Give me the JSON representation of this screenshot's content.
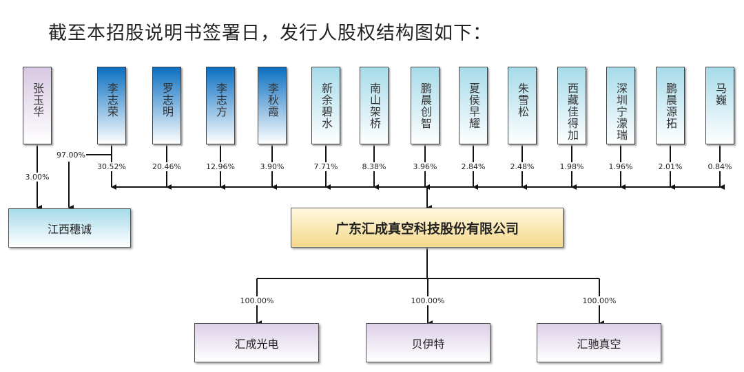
{
  "title": "截至本招股说明书签署日，发行人股权结构图如下：",
  "shareholders": [
    {
      "name": "李志荣",
      "pct": "30.52%"
    },
    {
      "name": "罗志明",
      "pct": "20.46%"
    },
    {
      "name": "李志方",
      "pct": "12.96%"
    },
    {
      "name": "李秋霞",
      "pct": "3.90%"
    },
    {
      "name": "新余碧水",
      "pct": "7.71%"
    },
    {
      "name": "南山架桥",
      "pct": "8.38%"
    },
    {
      "name": "鹏晨创智",
      "pct": "3.96%"
    },
    {
      "name": "夏侯早耀",
      "pct": "2.84%"
    },
    {
      "name": "朱雪松",
      "pct": "2.48%"
    },
    {
      "name": "西藏佳得加",
      "pct": "1.98%"
    },
    {
      "name": "深圳宁濛瑞",
      "pct": "1.96%"
    },
    {
      "name": "鹏晨源拓",
      "pct": "2.01%"
    },
    {
      "name": "马巍",
      "pct": "0.84%"
    }
  ],
  "zhang": {
    "name": "张玉华",
    "pct": "3.00%"
  },
  "li_to_jiangxi_pct": "97.00%",
  "jiangxi": "江西穗诚",
  "company": "广东汇成真空科技股份有限公司",
  "subsidiaries": [
    {
      "name": "汇成光电",
      "pct": "100.00%"
    },
    {
      "name": "贝伊特",
      "pct": "100.00%"
    },
    {
      "name": "汇驰真空",
      "pct": "100.00%"
    }
  ]
}
